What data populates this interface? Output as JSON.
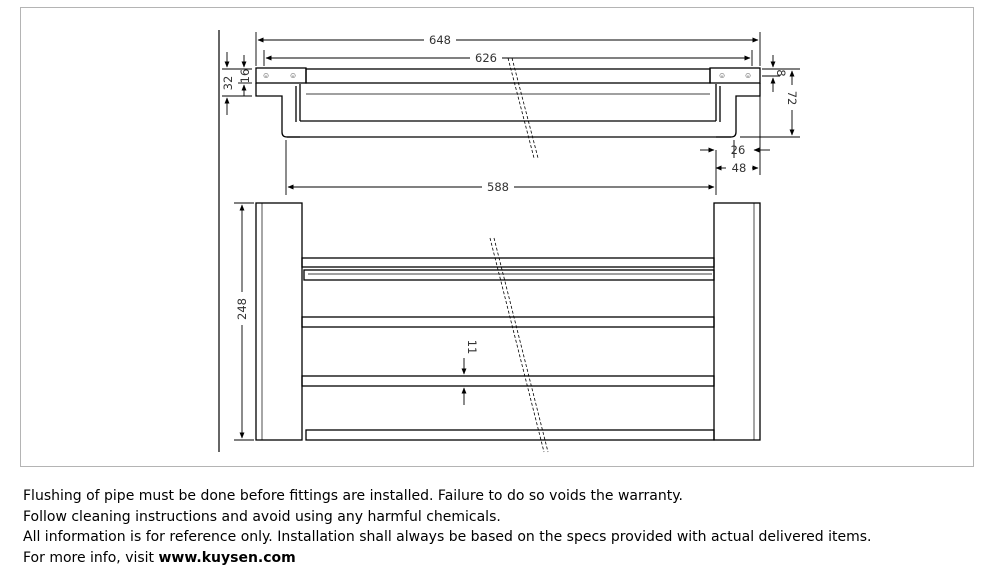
{
  "dimensions": {
    "d648": "648",
    "d626": "626",
    "d588": "588",
    "d32": "32",
    "d16": "16",
    "d8": "8",
    "d72": "72",
    "d26": "26",
    "d48": "48",
    "d248": "248",
    "d11": "11"
  },
  "notes": {
    "line1": "Flushing of pipe must be done before fittings are installed. Failure to do so voids the warranty.",
    "line2": "Follow cleaning instructions and avoid using any harmful chemicals.",
    "line3": "All information is for reference only. Installation shall always be based on the specs provided with actual delivered items.",
    "line4_prefix": "For more info, visit ",
    "line4_link": "www.kuysen.com"
  }
}
